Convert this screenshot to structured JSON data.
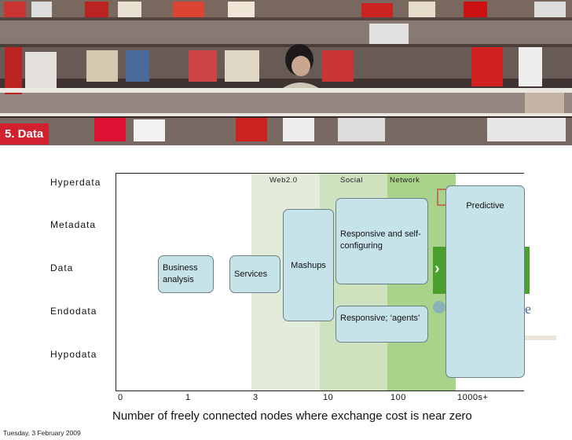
{
  "banner": {
    "section_title": "5. Data"
  },
  "diagram": {
    "y_levels": [
      "Hyperdata",
      "Metadata",
      "Data",
      "Endodata",
      "Hypodata"
    ],
    "bands": [
      "Web2.0",
      "Social",
      "Network"
    ],
    "x_ticks": [
      "0",
      "1",
      "3",
      "10",
      "100",
      "1000s+"
    ],
    "x_axis_label": "Number of freely connected nodes where exchange cost is near zero",
    "boxes": {
      "business_analysis": "Business analysis",
      "services": "Services",
      "mashups": "Mashups",
      "responsive_self": "Responsive and self-configuring",
      "responsive_agents": "Responsive; ‘agents’",
      "predictive": "Predictive"
    },
    "colors": {
      "band_web20": "#e3ecda",
      "band_social": "#cfe2c0",
      "band_network": "#a9d38a",
      "box_fill": "#c7e3ea",
      "title_red": "#d2202e"
    }
  },
  "footer": {
    "date": "Tuesday, 3 February 2009"
  }
}
